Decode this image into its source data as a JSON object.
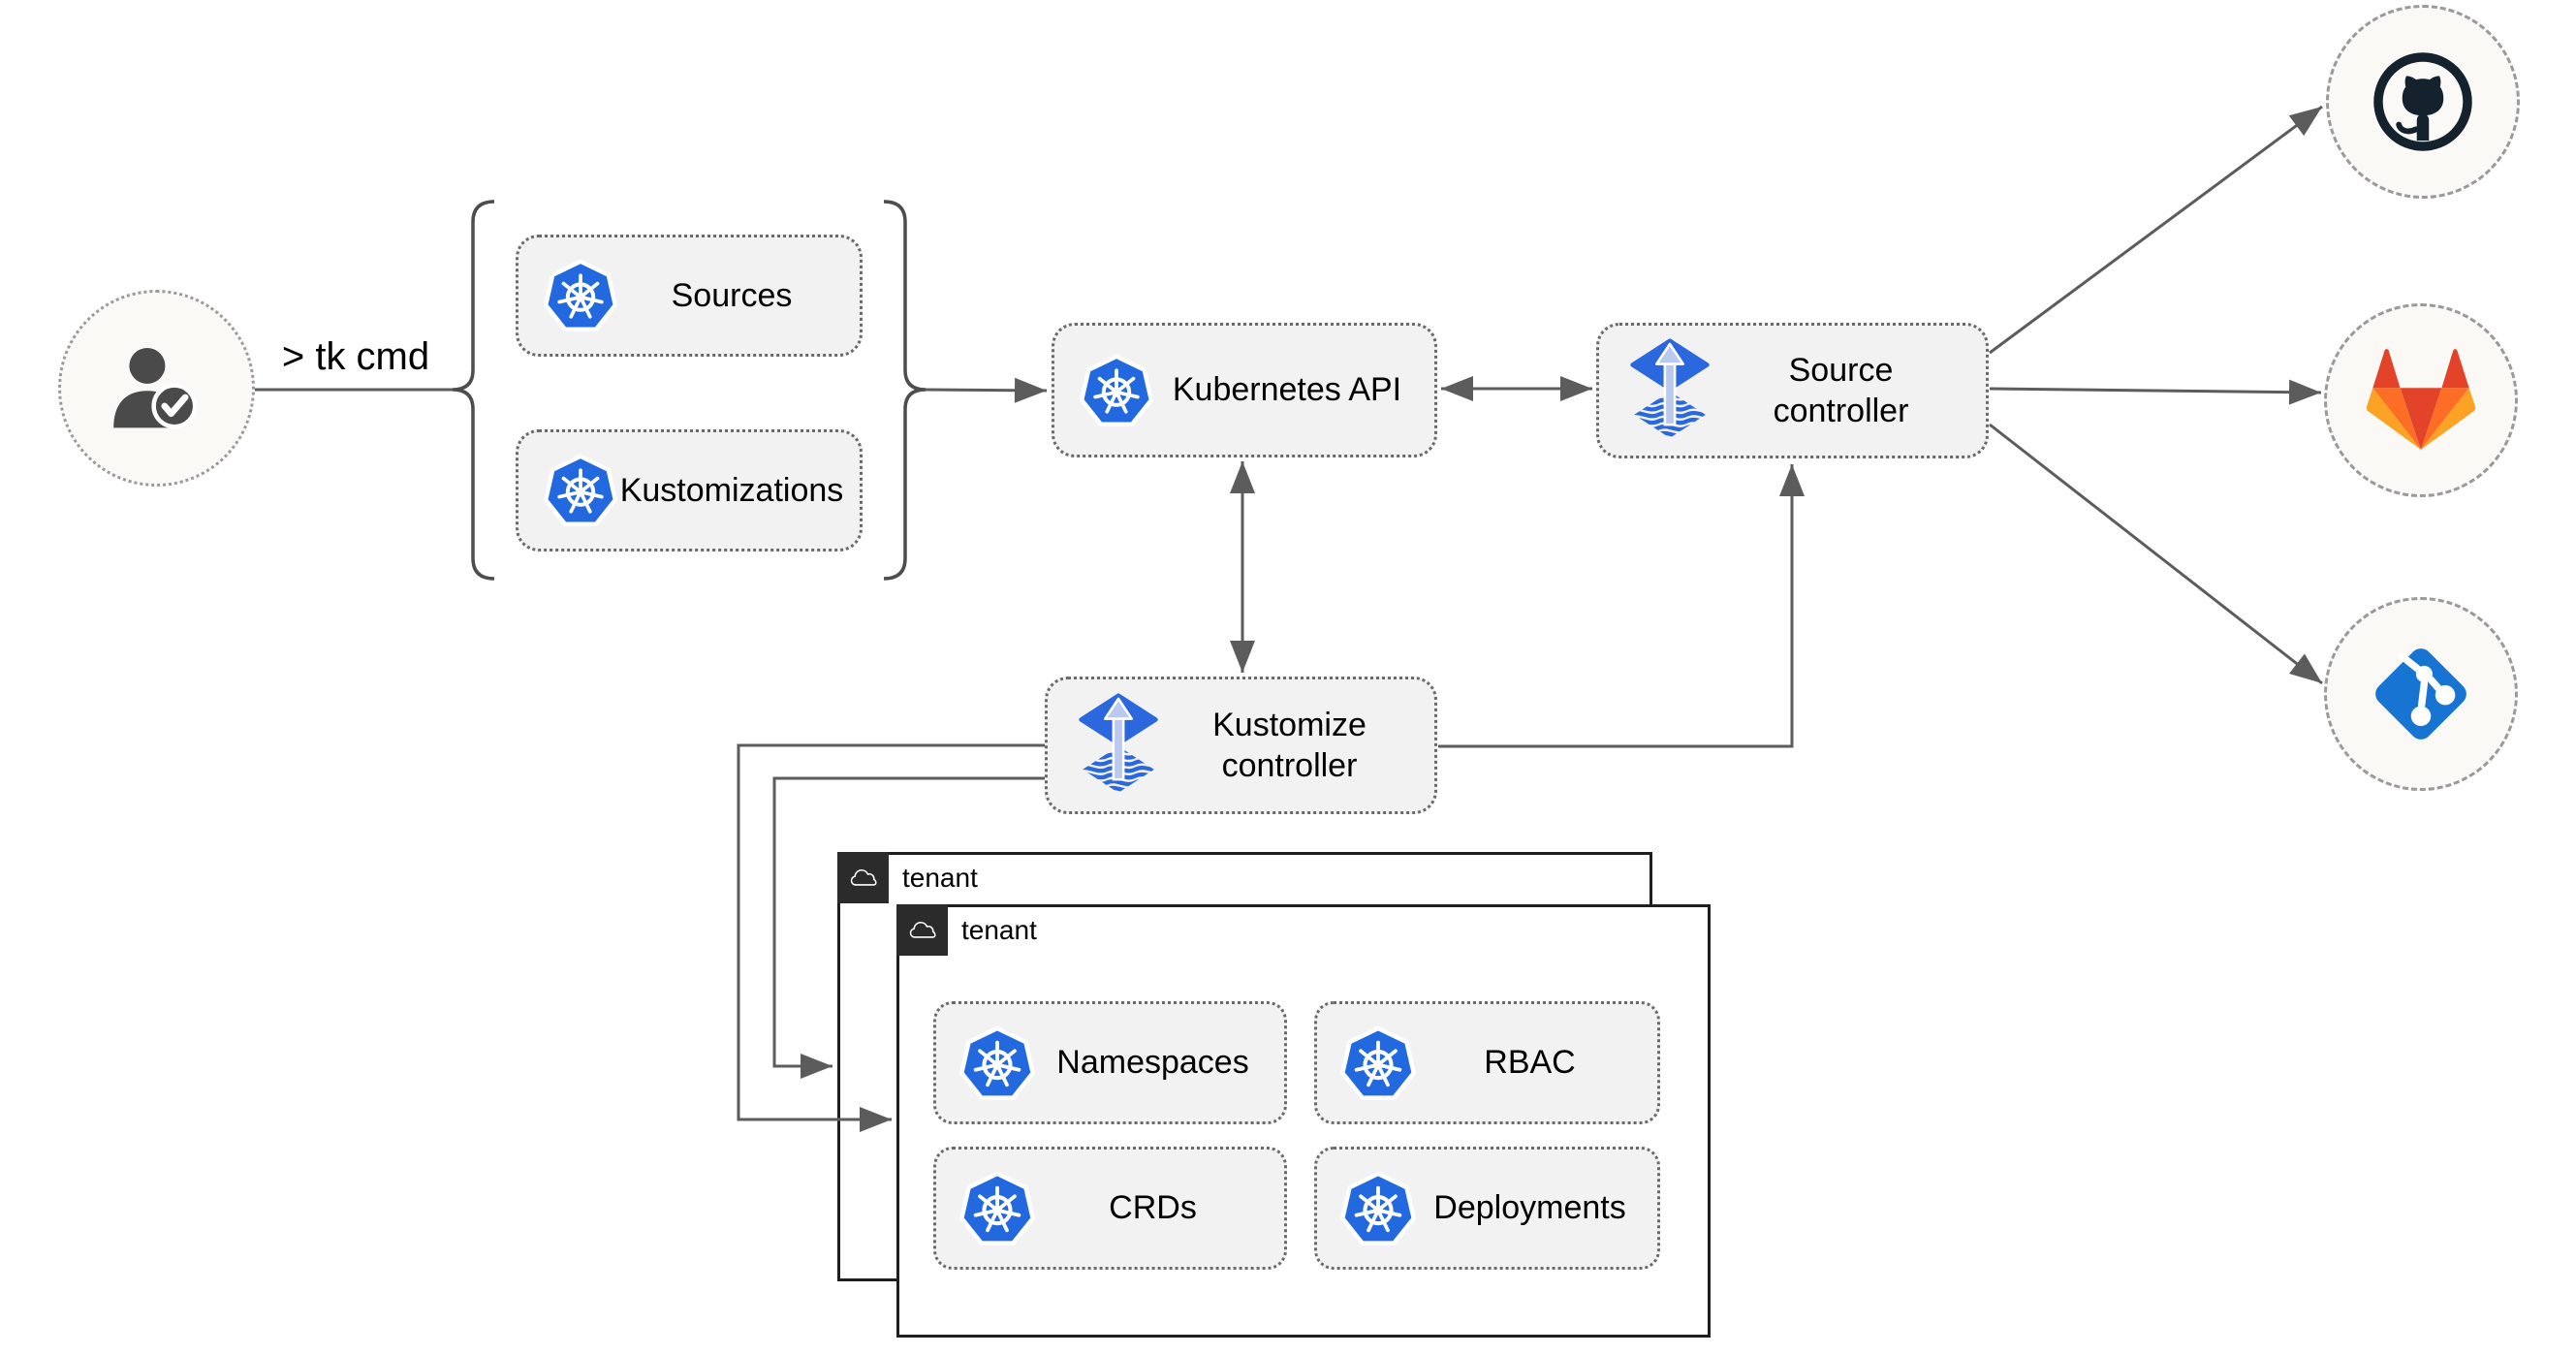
{
  "labels": {
    "tk_cmd": "> tk cmd",
    "sources": "Sources",
    "kustomizations": "Kustomizations",
    "kubernetes_api": "Kubernetes API",
    "source_controller": "Source controller",
    "kustomize_controller": "Kustomize controller",
    "tenant_back": "tenant",
    "tenant_front": "tenant",
    "namespaces": "Namespaces",
    "rbac": "RBAC",
    "crds": "CRDs",
    "deployments": "Deployments"
  },
  "icons": {
    "user": "user-check-icon",
    "kubernetes": "kubernetes-icon",
    "flux": "flux-controller-icon",
    "cloud": "cloud-icon",
    "github": "github-icon",
    "gitlab": "gitlab-icon",
    "git": "git-icon"
  },
  "colors": {
    "kubernetes_blue": "#2269e0",
    "flux_blue": "#2c68dd",
    "flux_arrow_light": "#b9c9ef",
    "git_blue": "#1874d2",
    "github_dark": "#14222e",
    "gitlab_red": "#e24329",
    "gitlab_orange": "#fc6d26",
    "gitlab_amber": "#fca326",
    "connector_gray": "#5c5c5c",
    "node_fill": "#f2f2f2",
    "circle_fill": "#faf9f6",
    "tenant_header_bg": "#2b2b2b"
  }
}
